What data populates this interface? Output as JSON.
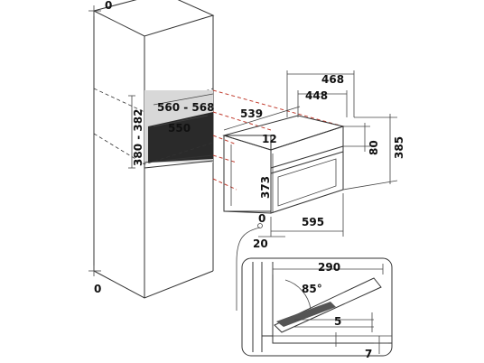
{
  "diagram": {
    "labels": {
      "top_zero": "0",
      "bottom_zero": "0",
      "niche_width": "560 - 568",
      "niche_depth": "550",
      "niche_height": "380 - 382",
      "depth_total": "539",
      "width_outer": "468",
      "width_inner": "448",
      "top_gap": "12",
      "front_height": "373",
      "panel_height": "80",
      "total_height": "385",
      "zero_point": "0",
      "front_width": "595",
      "side_gap": "20",
      "door_depth": "290",
      "door_angle": "85°",
      "hinge_gap": "5",
      "bottom_gap": "7"
    },
    "colors": {
      "line": "#333333",
      "niche_dash": "#c0392b",
      "text": "#111111"
    }
  }
}
